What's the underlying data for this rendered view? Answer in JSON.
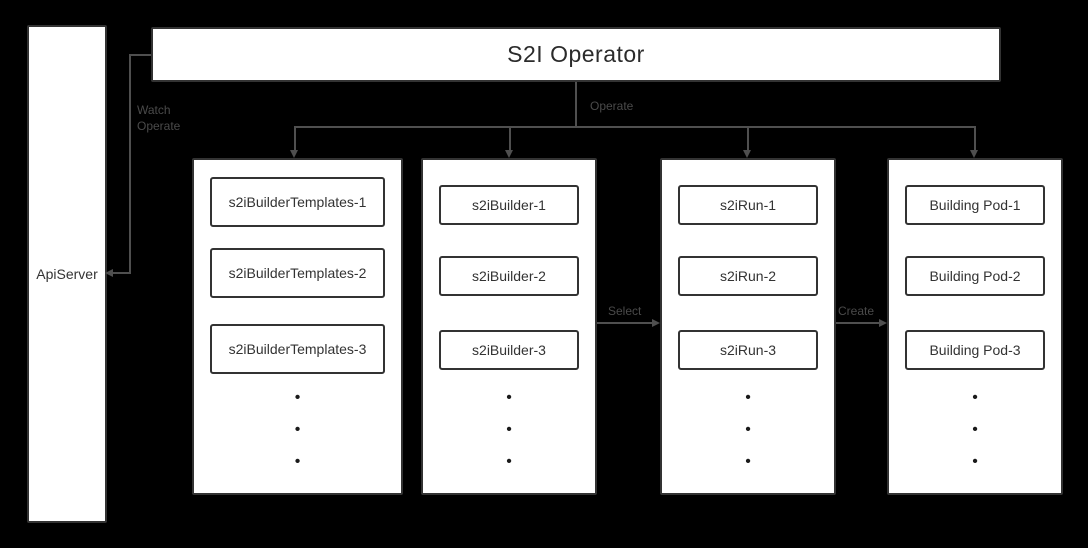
{
  "colors": {
    "background": "#000000",
    "panel_bg": "#ffffff",
    "panel_border": "#333333",
    "line": "#4f4f4f",
    "edge_label": "#4a4a4a",
    "text": "#333333"
  },
  "api_server": {
    "label": "ApiServer"
  },
  "operator": {
    "title": "S2I Operator"
  },
  "edges": {
    "watch_line1": "Watch",
    "watch_line2": "Operate",
    "operate": "Operate",
    "select": "Select",
    "create": "Create"
  },
  "groups": [
    {
      "id": "s2i-builder-templates",
      "items": [
        "s2iBuilderTemplates-1",
        "s2iBuilderTemplates-2",
        "s2iBuilderTemplates-3"
      ]
    },
    {
      "id": "s2i-builders",
      "items": [
        "s2iBuilder-1",
        "s2iBuilder-2",
        "s2iBuilder-3"
      ]
    },
    {
      "id": "s2i-runs",
      "items": [
        "s2iRun-1",
        "s2iRun-2",
        "s2iRun-3"
      ]
    },
    {
      "id": "building-pods",
      "items": [
        "Building Pod-1",
        "Building Pod-2",
        "Building Pod-3"
      ]
    }
  ],
  "ellipsis_dot": "•"
}
